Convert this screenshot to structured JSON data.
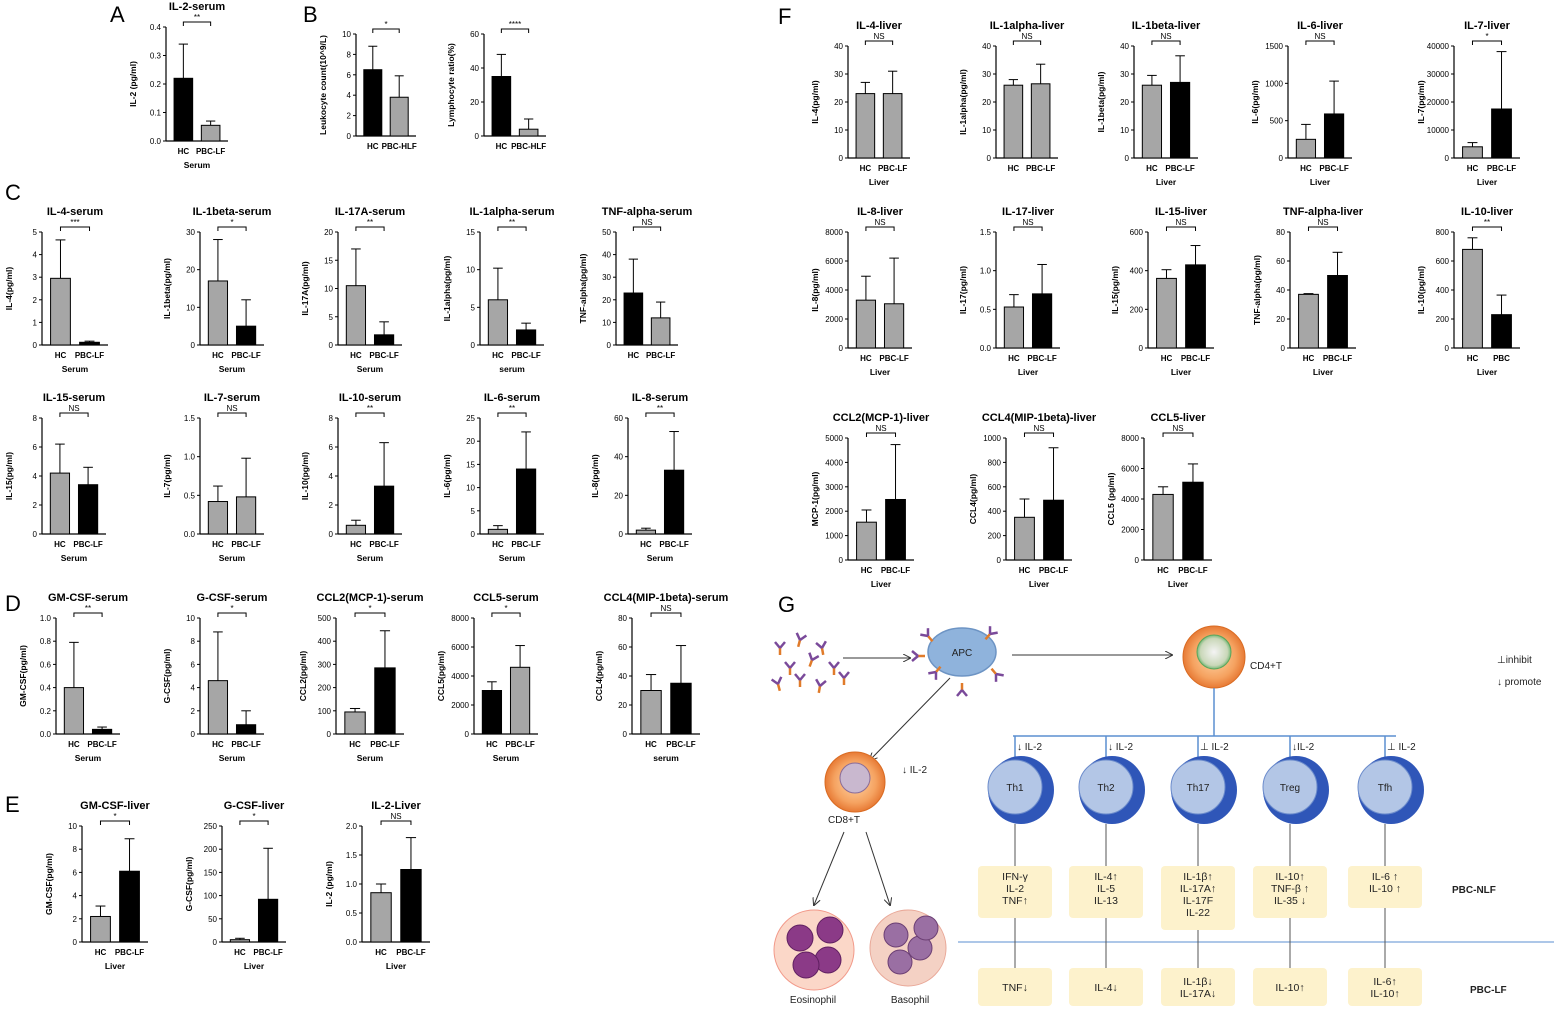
{
  "panel_letters": [
    "A",
    "B",
    "C",
    "D",
    "E",
    "F",
    "G"
  ],
  "chart_data": [
    {
      "type": "bar",
      "panel": "A",
      "title": "IL-2-serum",
      "ylabel": "IL-2 (pg/ml)",
      "xlabel": "Serum",
      "categories": [
        "HC",
        "PBC-LF"
      ],
      "values": [
        0.22,
        0.055
      ],
      "errors": [
        0.12,
        0.015
      ],
      "colors": [
        "#000000",
        "#a6a6a6"
      ],
      "ylim": [
        0,
        0.4
      ],
      "yticks": [
        "0.0",
        "0.1",
        "0.2",
        "0.3",
        "0.4"
      ],
      "sig": "**"
    },
    {
      "type": "bar",
      "panel": "B",
      "title": "",
      "ylabel": "Leukocyte count(10^9/L)",
      "xlabel": "",
      "categories": [
        "HC",
        "PBC-HLF"
      ],
      "values": [
        6.5,
        3.8
      ],
      "errors": [
        2.3,
        2.1
      ],
      "colors": [
        "#000000",
        "#a6a6a6"
      ],
      "ylim": [
        0,
        10
      ],
      "yticks": [
        "0",
        "2",
        "4",
        "6",
        "8",
        "10"
      ],
      "sig": "*"
    },
    {
      "type": "bar",
      "panel": "B",
      "title": "",
      "ylabel": "Lymphocyte ratio(%)",
      "xlabel": "",
      "categories": [
        "HC",
        "PBC-HLF"
      ],
      "values": [
        35,
        4
      ],
      "errors": [
        13,
        6
      ],
      "colors": [
        "#000000",
        "#a6a6a6"
      ],
      "ylim": [
        0,
        60
      ],
      "yticks": [
        "0",
        "20",
        "40",
        "60"
      ],
      "sig": "****"
    },
    {
      "type": "bar",
      "panel": "C",
      "title": "IL-4-serum",
      "ylabel": "IL-4(pg/ml)",
      "xlabel": "Serum",
      "categories": [
        "HC",
        "PBC-LF"
      ],
      "values": [
        2.95,
        0.12
      ],
      "errors": [
        1.7,
        0.05
      ],
      "colors": [
        "#a6a6a6",
        "#000000"
      ],
      "ylim": [
        0,
        5
      ],
      "yticks": [
        "0",
        "1",
        "2",
        "3",
        "4",
        "5"
      ],
      "sig": "***"
    },
    {
      "type": "bar",
      "panel": "C",
      "title": "IL-1beta-serum",
      "ylabel": "IL-1beta(pg/ml)",
      "xlabel": "Serum",
      "categories": [
        "HC",
        "PBC-LF"
      ],
      "values": [
        17,
        5
      ],
      "errors": [
        11,
        7
      ],
      "colors": [
        "#a6a6a6",
        "#000000"
      ],
      "ylim": [
        0,
        30
      ],
      "yticks": [
        "0",
        "10",
        "20",
        "30"
      ],
      "sig": "*"
    },
    {
      "type": "bar",
      "panel": "C",
      "title": "IL-17A-serum",
      "ylabel": "IL-17A(pg/ml)",
      "xlabel": "Serum",
      "categories": [
        "HC",
        "PBC-LF"
      ],
      "values": [
        10.5,
        1.8
      ],
      "errors": [
        6.5,
        2.3
      ],
      "colors": [
        "#a6a6a6",
        "#000000"
      ],
      "ylim": [
        0,
        20
      ],
      "yticks": [
        "0",
        "5",
        "10",
        "15",
        "20"
      ],
      "sig": "**"
    },
    {
      "type": "bar",
      "panel": "C",
      "title": "IL-1alpha-serum",
      "ylabel": "IL-1alpha(pg/ml)",
      "xlabel": "serum",
      "categories": [
        "HC",
        "PBC-LF"
      ],
      "values": [
        6,
        2
      ],
      "errors": [
        4.2,
        0.9
      ],
      "colors": [
        "#a6a6a6",
        "#000000"
      ],
      "ylim": [
        0,
        15
      ],
      "yticks": [
        "0",
        "5",
        "10",
        "15"
      ],
      "sig": "**"
    },
    {
      "type": "bar",
      "panel": "C",
      "title": "TNF-alpha-serum",
      "ylabel": "TNF-alpha(pg/ml)",
      "xlabel": "",
      "categories": [
        "HC",
        "PBC-LF"
      ],
      "values": [
        23,
        12
      ],
      "errors": [
        15,
        7
      ],
      "colors": [
        "#000000",
        "#a6a6a6"
      ],
      "ylim": [
        0,
        50
      ],
      "yticks": [
        "0",
        "10",
        "20",
        "30",
        "40",
        "50"
      ],
      "sig": "NS"
    },
    {
      "type": "bar",
      "panel": "C",
      "title": "IL-15-serum",
      "ylabel": "IL-15(pg/ml)",
      "xlabel": "Serum",
      "categories": [
        "HC",
        "PBC-LF"
      ],
      "values": [
        4.2,
        3.4
      ],
      "errors": [
        2,
        1.2
      ],
      "colors": [
        "#a6a6a6",
        "#000000"
      ],
      "ylim": [
        0,
        8
      ],
      "yticks": [
        "0",
        "2",
        "4",
        "6",
        "8"
      ],
      "sig": "NS"
    },
    {
      "type": "bar",
      "panel": "C",
      "title": "IL-7-serum",
      "ylabel": "IL-7(pg/ml)",
      "xlabel": "Serum",
      "categories": [
        "HC",
        "PBC-LF"
      ],
      "values": [
        0.42,
        0.48
      ],
      "errors": [
        0.2,
        0.5
      ],
      "colors": [
        "#a6a6a6",
        "#a6a6a6"
      ],
      "ylim": [
        0,
        1.5
      ],
      "yticks": [
        "0.0",
        "0.5",
        "1.0",
        "1.5"
      ],
      "sig": "NS"
    },
    {
      "type": "bar",
      "panel": "C",
      "title": "IL-10-serum",
      "ylabel": "IL-10(pg/ml)",
      "xlabel": "Serum",
      "categories": [
        "HC",
        "PBC-LF"
      ],
      "values": [
        0.6,
        3.3
      ],
      "errors": [
        0.35,
        3
      ],
      "colors": [
        "#a6a6a6",
        "#000000"
      ],
      "ylim": [
        0,
        8
      ],
      "yticks": [
        "0",
        "2",
        "4",
        "6",
        "8"
      ],
      "sig": "**"
    },
    {
      "type": "bar",
      "panel": "C",
      "title": "IL-6-serum",
      "ylabel": "IL-6(pg/ml)",
      "xlabel": "Serum",
      "categories": [
        "HC",
        "PBC-LF"
      ],
      "values": [
        1,
        14
      ],
      "errors": [
        0.8,
        8
      ],
      "colors": [
        "#a6a6a6",
        "#000000"
      ],
      "ylim": [
        0,
        25
      ],
      "yticks": [
        "0",
        "5",
        "10",
        "15",
        "20",
        "25"
      ],
      "sig": "**"
    },
    {
      "type": "bar",
      "panel": "C",
      "title": "IL-8-serum",
      "ylabel": "IL-8(pg/ml)",
      "xlabel": "Serum",
      "categories": [
        "HC",
        "PBC-LF"
      ],
      "values": [
        2,
        33
      ],
      "errors": [
        1,
        20
      ],
      "colors": [
        "#a6a6a6",
        "#000000"
      ],
      "ylim": [
        0,
        60
      ],
      "yticks": [
        "0",
        "20",
        "40",
        "60"
      ],
      "sig": "**"
    },
    {
      "type": "bar",
      "panel": "D",
      "title": "GM-CSF-serum",
      "ylabel": "GM-CSF(pg/ml)",
      "xlabel": "Serum",
      "categories": [
        "HC",
        "PBC-LF"
      ],
      "values": [
        0.4,
        0.04
      ],
      "errors": [
        0.39,
        0.02
      ],
      "colors": [
        "#a6a6a6",
        "#000000"
      ],
      "ylim": [
        0,
        1
      ],
      "yticks": [
        "0.0",
        "0.2",
        "0.4",
        "0.6",
        "0.8",
        "1.0"
      ],
      "sig": "**"
    },
    {
      "type": "bar",
      "panel": "D",
      "title": "G-CSF-serum",
      "ylabel": "G-CSF(pg/ml)",
      "xlabel": "Serum",
      "categories": [
        "HC",
        "PBC-LF"
      ],
      "values": [
        4.6,
        0.8
      ],
      "errors": [
        4.2,
        1.2
      ],
      "colors": [
        "#a6a6a6",
        "#000000"
      ],
      "ylim": [
        0,
        10
      ],
      "yticks": [
        "0",
        "2",
        "4",
        "6",
        "8",
        "10"
      ],
      "sig": "*"
    },
    {
      "type": "bar",
      "panel": "D",
      "title": "CCL2(MCP-1)-serum",
      "ylabel": "CCL2(pg/ml)",
      "xlabel": "Serum",
      "categories": [
        "HC",
        "PBC-LF"
      ],
      "values": [
        95,
        285
      ],
      "errors": [
        15,
        160
      ],
      "colors": [
        "#a6a6a6",
        "#000000"
      ],
      "ylim": [
        0,
        500
      ],
      "yticks": [
        "0",
        "100",
        "200",
        "300",
        "400",
        "500"
      ],
      "sig": "*"
    },
    {
      "type": "bar",
      "panel": "D",
      "title": "CCL5-serum",
      "ylabel": "CCL5(pg/ml)",
      "xlabel": "Serum",
      "categories": [
        "HC",
        "PBC-LF"
      ],
      "values": [
        3000,
        4600
      ],
      "errors": [
        600,
        1500
      ],
      "colors": [
        "#000000",
        "#a6a6a6"
      ],
      "ylim": [
        0,
        8000
      ],
      "yticks": [
        "0",
        "2000",
        "4000",
        "6000",
        "8000"
      ],
      "sig": "*"
    },
    {
      "type": "bar",
      "panel": "D",
      "title": "CCL4(MIP-1beta)-serum",
      "ylabel": "CCL4(pg/ml)",
      "xlabel": "serum",
      "categories": [
        "HC",
        "PBC-LF"
      ],
      "values": [
        30,
        35
      ],
      "errors": [
        11,
        26
      ],
      "colors": [
        "#a6a6a6",
        "#000000"
      ],
      "ylim": [
        0,
        80
      ],
      "yticks": [
        "0",
        "20",
        "40",
        "60",
        "80"
      ],
      "sig": "NS"
    },
    {
      "type": "bar",
      "panel": "E",
      "title": "GM-CSF-liver",
      "ylabel": "GM-CSF(pg/ml)",
      "xlabel": "Liver",
      "categories": [
        "HC",
        "PBC-LF"
      ],
      "values": [
        2.2,
        6.1
      ],
      "errors": [
        0.9,
        2.8
      ],
      "colors": [
        "#a6a6a6",
        "#000000"
      ],
      "ylim": [
        0,
        10
      ],
      "yticks": [
        "0",
        "2",
        "4",
        "6",
        "8",
        "10"
      ],
      "sig": "*"
    },
    {
      "type": "bar",
      "panel": "E",
      "title": "G-CSF-liver",
      "ylabel": "G-CSF(pg/ml)",
      "xlabel": "Liver",
      "categories": [
        "HC",
        "PBC-LF"
      ],
      "values": [
        5,
        92
      ],
      "errors": [
        3,
        110
      ],
      "colors": [
        "#a6a6a6",
        "#000000"
      ],
      "ylim": [
        0,
        250
      ],
      "yticks": [
        "0",
        "50",
        "100",
        "150",
        "200",
        "250"
      ],
      "sig": "*"
    },
    {
      "type": "bar",
      "panel": "E",
      "title": "IL-2-Liver",
      "ylabel": "IL-2 (pg/ml)",
      "xlabel": "Liver",
      "categories": [
        "HC",
        "PBC-LF"
      ],
      "values": [
        0.85,
        1.25
      ],
      "errors": [
        0.15,
        0.55
      ],
      "colors": [
        "#a6a6a6",
        "#000000"
      ],
      "ylim": [
        0,
        2
      ],
      "yticks": [
        "0.0",
        "0.5",
        "1.0",
        "1.5",
        "2.0"
      ],
      "sig": "NS"
    },
    {
      "type": "bar",
      "panel": "F",
      "title": "IL-4-liver",
      "ylabel": "IL-4(pg/ml)",
      "xlabel": "Liver",
      "categories": [
        "HC",
        "PBC-LF"
      ],
      "values": [
        23,
        23
      ],
      "errors": [
        4,
        8
      ],
      "colors": [
        "#a6a6a6",
        "#a6a6a6"
      ],
      "ylim": [
        0,
        40
      ],
      "yticks": [
        "0",
        "10",
        "20",
        "30",
        "40"
      ],
      "sig": "NS"
    },
    {
      "type": "bar",
      "panel": "F",
      "title": "IL-1alpha-liver",
      "ylabel": "IL-1alpha(pg/ml)",
      "xlabel": "",
      "categories": [
        "HC",
        "PBC-LF"
      ],
      "values": [
        26,
        26.5
      ],
      "errors": [
        2,
        7
      ],
      "colors": [
        "#a6a6a6",
        "#a6a6a6"
      ],
      "ylim": [
        0,
        40
      ],
      "yticks": [
        "0",
        "10",
        "20",
        "30",
        "40"
      ],
      "sig": "NS"
    },
    {
      "type": "bar",
      "panel": "F",
      "title": "IL-1beta-liver",
      "ylabel": "IL-1beta(pg/ml)",
      "xlabel": "Liver",
      "categories": [
        "HC",
        "PBC-LF"
      ],
      "values": [
        26,
        27
      ],
      "errors": [
        3.5,
        9.5
      ],
      "colors": [
        "#a6a6a6",
        "#000000"
      ],
      "ylim": [
        0,
        40
      ],
      "yticks": [
        "0",
        "10",
        "20",
        "30",
        "40"
      ],
      "sig": "NS"
    },
    {
      "type": "bar",
      "panel": "F",
      "title": "IL-6-liver",
      "ylabel": "IL-6(pg/ml)",
      "xlabel": "Liver",
      "categories": [
        "HC",
        "PBC-LF"
      ],
      "values": [
        250,
        590
      ],
      "errors": [
        200,
        440
      ],
      "colors": [
        "#a6a6a6",
        "#000000"
      ],
      "ylim": [
        0,
        1500
      ],
      "yticks": [
        "0",
        "500",
        "1000",
        "1500"
      ],
      "sig": "NS"
    },
    {
      "type": "bar",
      "panel": "F",
      "title": "IL-7-liver",
      "ylabel": "IL-7(pg/ml)",
      "xlabel": "Liver",
      "categories": [
        "HC",
        "PBC-LF"
      ],
      "values": [
        4000,
        17500
      ],
      "errors": [
        1500,
        20500
      ],
      "colors": [
        "#a6a6a6",
        "#000000"
      ],
      "ylim": [
        0,
        40000
      ],
      "yticks": [
        "0",
        "10000",
        "20000",
        "30000",
        "40000"
      ],
      "sig": "*"
    },
    {
      "type": "bar",
      "panel": "F",
      "title": "IL-8-liver",
      "ylabel": "IL-8(pg/ml)",
      "xlabel": "Liver",
      "categories": [
        "HC",
        "PBC-LF"
      ],
      "values": [
        3300,
        3050
      ],
      "errors": [
        1650,
        3150
      ],
      "colors": [
        "#a6a6a6",
        "#a6a6a6"
      ],
      "ylim": [
        0,
        8000
      ],
      "yticks": [
        "0",
        "2000",
        "4000",
        "6000",
        "8000"
      ],
      "sig": "NS"
    },
    {
      "type": "bar",
      "panel": "F",
      "title": "IL-17-liver",
      "ylabel": "IL-17(pg/ml)",
      "xlabel": "Liver",
      "categories": [
        "HC",
        "PBC-LF"
      ],
      "values": [
        0.53,
        0.7
      ],
      "errors": [
        0.16,
        0.38
      ],
      "colors": [
        "#a6a6a6",
        "#000000"
      ],
      "ylim": [
        0,
        1.5
      ],
      "yticks": [
        "0.0",
        "0.5",
        "1.0",
        "1.5"
      ],
      "sig": "NS"
    },
    {
      "type": "bar",
      "panel": "F",
      "title": "IL-15-liver",
      "ylabel": "IL-15(pg/ml)",
      "xlabel": "Liver",
      "categories": [
        "HC",
        "PBC-LF"
      ],
      "values": [
        360,
        430
      ],
      "errors": [
        45,
        100
      ],
      "colors": [
        "#a6a6a6",
        "#000000"
      ],
      "ylim": [
        0,
        600
      ],
      "yticks": [
        "0",
        "200",
        "400",
        "600"
      ],
      "sig": "NS"
    },
    {
      "type": "bar",
      "panel": "F",
      "title": "TNF-alpha-liver",
      "ylabel": "TNF-alpha(pg/ml)",
      "xlabel": "Liver",
      "categories": [
        "HC",
        "PBC-LF"
      ],
      "values": [
        37,
        50
      ],
      "errors": [
        0.5,
        16
      ],
      "colors": [
        "#a6a6a6",
        "#000000"
      ],
      "ylim": [
        0,
        80
      ],
      "yticks": [
        "0",
        "20",
        "40",
        "60",
        "80"
      ],
      "sig": "NS"
    },
    {
      "type": "bar",
      "panel": "F",
      "title": "IL-10-liver",
      "ylabel": "IL-10(pg/ml)",
      "xlabel": "Liver",
      "categories": [
        "HC",
        "PBC"
      ],
      "values": [
        680,
        230
      ],
      "errors": [
        80,
        135
      ],
      "colors": [
        "#a6a6a6",
        "#000000"
      ],
      "ylim": [
        0,
        800
      ],
      "yticks": [
        "0",
        "200",
        "400",
        "600",
        "800"
      ],
      "sig": "**"
    },
    {
      "type": "bar",
      "panel": "F",
      "title": "CCL2(MCP-1)-liver",
      "ylabel": "MCP-1(pg/ml)",
      "xlabel": "Liver",
      "categories": [
        "HC",
        "PBC-LF"
      ],
      "values": [
        1550,
        2480
      ],
      "errors": [
        500,
        2250
      ],
      "colors": [
        "#a6a6a6",
        "#000000"
      ],
      "ylim": [
        0,
        5000
      ],
      "yticks": [
        "0",
        "1000",
        "2000",
        "3000",
        "4000",
        "5000"
      ],
      "sig": "NS"
    },
    {
      "type": "bar",
      "panel": "F",
      "title": "CCL4(MIP-1beta)-liver",
      "ylabel": "CCL4(pg/ml)",
      "xlabel": "Liver",
      "categories": [
        "HC",
        "PBC-LF"
      ],
      "values": [
        350,
        490
      ],
      "errors": [
        150,
        430
      ],
      "colors": [
        "#a6a6a6",
        "#000000"
      ],
      "ylim": [
        0,
        1000
      ],
      "yticks": [
        "0",
        "200",
        "400",
        "600",
        "800",
        "1000"
      ],
      "sig": "NS"
    },
    {
      "type": "bar",
      "panel": "F",
      "title": "CCL5-liver",
      "ylabel": "CCL5 (pg/ml)",
      "xlabel": "Liver",
      "categories": [
        "HC",
        "PBC-LF"
      ],
      "values": [
        4300,
        5100
      ],
      "errors": [
        500,
        1200
      ],
      "colors": [
        "#a6a6a6",
        "#000000"
      ],
      "ylim": [
        0,
        8000
      ],
      "yticks": [
        "0",
        "2000",
        "4000",
        "6000",
        "8000"
      ],
      "sig": "NS"
    }
  ],
  "diagram": {
    "apc": "APC",
    "cd4": "CD4+T",
    "cd8": "CD8+T",
    "cd8_il2": "↓ IL-2",
    "legend_inhibit": "⊥inhibit",
    "legend_promote": "↓ promote",
    "eosinophil": "Eosinophil",
    "basophil": "Basophil",
    "row_nlf": "PBC-NLF",
    "row_lf": "PBC-LF",
    "cells": [
      {
        "name": "Th1",
        "signal": "↓ IL-2",
        "signal_color": "#2e9e6e",
        "nlf": [
          "IFN-γ",
          "IL-2",
          "TNF↑"
        ],
        "lf": [
          "TNF↓"
        ]
      },
      {
        "name": "Th2",
        "signal": "↓ IL-2",
        "signal_color": "#2e9e6e",
        "nlf": [
          "IL-4↑",
          "IL-5",
          "IL-13"
        ],
        "lf": [
          "IL-4↓"
        ]
      },
      {
        "name": "Th17",
        "signal": "⊥ IL-2",
        "signal_color": "#d62728",
        "nlf": [
          "IL-1β↑",
          "IL-17A↑",
          "IL-17F",
          "IL-22"
        ],
        "lf": [
          "IL-1β↓",
          "IL-17A↓"
        ]
      },
      {
        "name": "Treg",
        "signal": "↓IL-2",
        "signal_color": "#2e9e6e",
        "nlf": [
          "IL-10↑",
          "TNF-β ↑",
          "IL-35 ↓"
        ],
        "lf": [
          "IL-10↑"
        ]
      },
      {
        "name": "Tfh",
        "signal": "⊥ IL-2",
        "signal_color": "#d62728",
        "nlf": [
          "IL-6 ↑",
          "IL-10 ↑"
        ],
        "lf": [
          "IL-6↑",
          "IL-10↑"
        ]
      }
    ]
  }
}
